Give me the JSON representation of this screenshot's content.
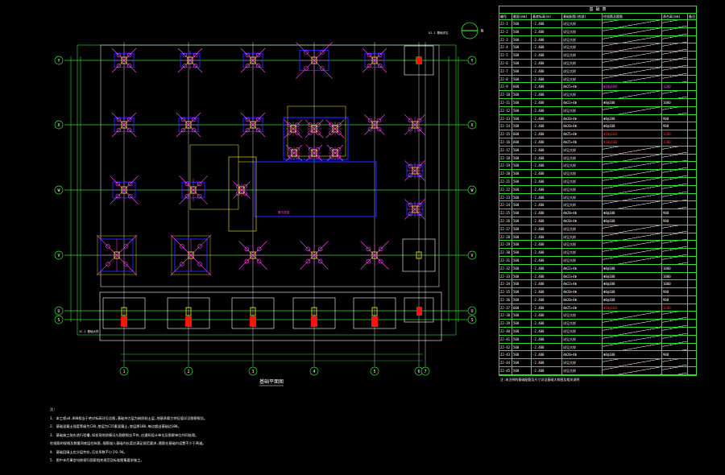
{
  "plan": {
    "title": "基础平面图",
    "scale_note": "1:100",
    "row_axes": [
      "Y",
      "X",
      "W",
      "V",
      "U",
      "S"
    ],
    "col_axes": [
      "1",
      "2",
      "3",
      "4",
      "5",
      "6",
      "7"
    ],
    "callout_upper": "DJ-1 基础详见",
    "callout_lower": "JC-1 基础大样",
    "pit_label": "基坑范围",
    "compass": "N"
  },
  "table": {
    "title": "基 础 表",
    "headers": [
      "编号",
      "截面(mm)",
      "基底标高(m)",
      "基础配筋(底部)",
      "柱插筋及箍筋",
      "承台高(mm)",
      "备注"
    ],
    "rows": [
      {
        "id": "ZJ-1",
        "size": "500",
        "elev": "-2.400",
        "a": "详见大样",
        "b": "",
        "c": "",
        "hatch": true,
        "cls": ""
      },
      {
        "id": "ZJ-2",
        "size": "500",
        "elev": "-2.400",
        "a": "详见大样",
        "b": "",
        "c": "",
        "hatch": true,
        "cls": ""
      },
      {
        "id": "ZJ-3",
        "size": "500",
        "elev": "-2.400",
        "a": "详见大样",
        "b": "",
        "c": "",
        "hatch": true,
        "cls": ""
      },
      {
        "id": "ZJ-4",
        "size": "500",
        "elev": "-2.400",
        "a": "详见大样",
        "b": "",
        "c": "",
        "hatch": true,
        "cls": ""
      },
      {
        "id": "ZJ-5",
        "size": "500",
        "elev": "-2.400",
        "a": "详见大样",
        "b": "",
        "c": "",
        "hatch": true,
        "cls": ""
      },
      {
        "id": "ZJ-6",
        "size": "500",
        "elev": "-2.400",
        "a": "详见大样",
        "b": "",
        "c": "",
        "hatch": true,
        "cls": ""
      },
      {
        "id": "ZJ-7",
        "size": "500",
        "elev": "-2.400",
        "a": "详见大样",
        "b": "",
        "c": "",
        "hatch": true,
        "cls": ""
      },
      {
        "id": "ZJ-8",
        "size": "500",
        "elev": "-2.400",
        "a": "详见大样",
        "b": "",
        "c": "",
        "hatch": true,
        "cls": ""
      },
      {
        "id": "ZJ-9",
        "size": "600",
        "elev": "-2.400",
        "a": "4Φ25+4Φ",
        "b": "Φ10@100",
        "c": "1200",
        "hatch": false,
        "cls": "mag"
      },
      {
        "id": "ZJ-10",
        "size": "500",
        "elev": "-2.400",
        "a": "详见大样",
        "b": "",
        "c": "",
        "hatch": true,
        "cls": ""
      },
      {
        "id": "ZJ-11",
        "size": "500",
        "elev": "-2.400",
        "a": "4Φ22+4Φ",
        "b": "Φ8@100",
        "c": "1000",
        "hatch": false,
        "cls": ""
      },
      {
        "id": "ZJ-12",
        "size": "500",
        "elev": "-2.400",
        "a": "详见大样",
        "b": "",
        "c": "",
        "hatch": true,
        "cls": ""
      },
      {
        "id": "ZJ-13",
        "size": "500",
        "elev": "-2.400",
        "a": "4Φ20+4Φ",
        "b": "Φ8@100",
        "c": "900",
        "hatch": false,
        "cls": ""
      },
      {
        "id": "ZJ-14",
        "size": "500",
        "elev": "-2.400",
        "a": "4Φ20+4Φ",
        "b": "Φ8@100",
        "c": "900",
        "hatch": false,
        "cls": ""
      },
      {
        "id": "ZJ-15",
        "size": "600",
        "elev": "-2.400",
        "a": "4Φ25+4Φ",
        "b": "Φ10@100",
        "c": "1200",
        "hatch": false,
        "cls": "red"
      },
      {
        "id": "ZJ-16",
        "size": "600",
        "elev": "-2.400",
        "a": "4Φ25+4Φ",
        "b": "Φ10@100",
        "c": "1200",
        "hatch": false,
        "cls": "red"
      },
      {
        "id": "ZJ-17",
        "size": "500",
        "elev": "-2.400",
        "a": "详见大样",
        "b": "",
        "c": "",
        "hatch": true,
        "cls": ""
      },
      {
        "id": "ZJ-18",
        "size": "500",
        "elev": "-2.400",
        "a": "详见大样",
        "b": "",
        "c": "",
        "hatch": true,
        "cls": ""
      },
      {
        "id": "ZJ-19",
        "size": "500",
        "elev": "-2.400",
        "a": "详见大样",
        "b": "",
        "c": "",
        "hatch": true,
        "cls": ""
      },
      {
        "id": "ZJ-20",
        "size": "500",
        "elev": "-2.400",
        "a": "详见大样",
        "b": "",
        "c": "",
        "hatch": true,
        "cls": ""
      },
      {
        "id": "ZJ-21",
        "size": "500",
        "elev": "-2.400",
        "a": "详见大样",
        "b": "",
        "c": "",
        "hatch": true,
        "cls": ""
      },
      {
        "id": "ZJ-22",
        "size": "500",
        "elev": "-2.400",
        "a": "详见大样",
        "b": "",
        "c": "",
        "hatch": true,
        "cls": ""
      },
      {
        "id": "ZJ-23",
        "size": "500",
        "elev": "-2.400",
        "a": "详见大样",
        "b": "",
        "c": "",
        "hatch": true,
        "cls": ""
      },
      {
        "id": "ZJ-24",
        "size": "500",
        "elev": "-2.400",
        "a": "详见大样",
        "b": "",
        "c": "",
        "hatch": true,
        "cls": ""
      },
      {
        "id": "ZJ-25",
        "size": "500",
        "elev": "-2.400",
        "a": "4Φ20+4Φ",
        "b": "Φ8@100",
        "c": "900",
        "hatch": false,
        "cls": ""
      },
      {
        "id": "ZJ-26",
        "size": "500",
        "elev": "-2.400",
        "a": "4Φ20+4Φ",
        "b": "Φ8@100",
        "c": "900",
        "hatch": false,
        "cls": ""
      },
      {
        "id": "ZJ-27",
        "size": "500",
        "elev": "-2.400",
        "a": "详见大样",
        "b": "",
        "c": "",
        "hatch": true,
        "cls": ""
      },
      {
        "id": "ZJ-28",
        "size": "500",
        "elev": "-2.400",
        "a": "详见大样",
        "b": "",
        "c": "",
        "hatch": true,
        "cls": ""
      },
      {
        "id": "ZJ-29",
        "size": "500",
        "elev": "-2.400",
        "a": "详见大样",
        "b": "",
        "c": "",
        "hatch": true,
        "cls": ""
      },
      {
        "id": "ZJ-30",
        "size": "500",
        "elev": "-2.400",
        "a": "详见大样",
        "b": "",
        "c": "",
        "hatch": true,
        "cls": ""
      },
      {
        "id": "ZJ-31",
        "size": "500",
        "elev": "-2.400",
        "a": "详见大样",
        "b": "",
        "c": "",
        "hatch": true,
        "cls": ""
      },
      {
        "id": "ZJ-32",
        "size": "500",
        "elev": "-2.400",
        "a": "4Φ22+4Φ",
        "b": "Φ8@100",
        "c": "1000",
        "hatch": false,
        "cls": ""
      },
      {
        "id": "ZJ-33",
        "size": "500",
        "elev": "-2.400",
        "a": "4Φ22+4Φ",
        "b": "Φ8@100",
        "c": "1000",
        "hatch": false,
        "cls": ""
      },
      {
        "id": "ZJ-34",
        "size": "500",
        "elev": "-2.400",
        "a": "4Φ22+4Φ",
        "b": "Φ8@100",
        "c": "1000",
        "hatch": false,
        "cls": ""
      },
      {
        "id": "ZJ-35",
        "size": "500",
        "elev": "-2.400",
        "a": "4Φ20+4Φ",
        "b": "Φ8@100",
        "c": "900",
        "hatch": false,
        "cls": ""
      },
      {
        "id": "ZJ-36",
        "size": "500",
        "elev": "-2.400",
        "a": "4Φ20+4Φ",
        "b": "Φ8@100",
        "c": "900",
        "hatch": false,
        "cls": ""
      },
      {
        "id": "ZJ-37",
        "size": "600",
        "elev": "-2.400",
        "a": "4Φ25+4Φ",
        "b": "Φ10@100",
        "c": "1200",
        "hatch": false,
        "cls": "red"
      },
      {
        "id": "ZJ-38",
        "size": "500",
        "elev": "-2.400",
        "a": "详见大样",
        "b": "",
        "c": "",
        "hatch": true,
        "cls": ""
      },
      {
        "id": "ZJ-39",
        "size": "500",
        "elev": "-2.400",
        "a": "详见大样",
        "b": "",
        "c": "",
        "hatch": true,
        "cls": ""
      },
      {
        "id": "ZJ-40",
        "size": "500",
        "elev": "-2.400",
        "a": "详见大样",
        "b": "",
        "c": "",
        "hatch": true,
        "cls": ""
      },
      {
        "id": "ZJ-41",
        "size": "500",
        "elev": "-2.400",
        "a": "详见大样",
        "b": "",
        "c": "",
        "hatch": true,
        "cls": ""
      },
      {
        "id": "ZJ-42",
        "size": "500",
        "elev": "-2.400",
        "a": "详见大样",
        "b": "",
        "c": "",
        "hatch": true,
        "cls": ""
      },
      {
        "id": "ZJ-43",
        "size": "500",
        "elev": "-2.400",
        "a": "4Φ20+4Φ",
        "b": "Φ8@100",
        "c": "900",
        "hatch": false,
        "cls": ""
      },
      {
        "id": "ZJ-44",
        "size": "500",
        "elev": "-2.400",
        "a": "详见大样",
        "b": "",
        "c": "",
        "hatch": true,
        "cls": ""
      },
      {
        "id": "ZJ-45",
        "size": "500",
        "elev": "-2.400",
        "a": "详见大样",
        "b": "",
        "c": "",
        "hatch": true,
        "cls": ""
      }
    ],
    "note": "注:未注明的基础配筋及尺寸详见基础大样图及相关说明"
  },
  "notes": [
    "注:",
    "1. 本工程±0.000相当于绝对标高详见总图,基础持力层为粉质粘土层,地基承载力特征值详见勘察报告。",
    "2. 基础混凝土强度等级为C30,垫层为C15素混凝土,垫层厚100,每边超出基础边100。",
    "3. 基础施工前应进行验槽,如发现地质情况与勘察报告不符,应通知设计单位及勘察单位共同处理。",
    "   柱插筋的规格及数量同底层柱纵筋,插筋锚入基础内长度应满足规范要求,箍筋在基础内设置不少于两道。",
    "4. 基础回填土应分层夯实,压实系数不小于0.94。",
    "5. 图中未尽事宜均按现行国家相关规范及标准图集要求施工。"
  ]
}
